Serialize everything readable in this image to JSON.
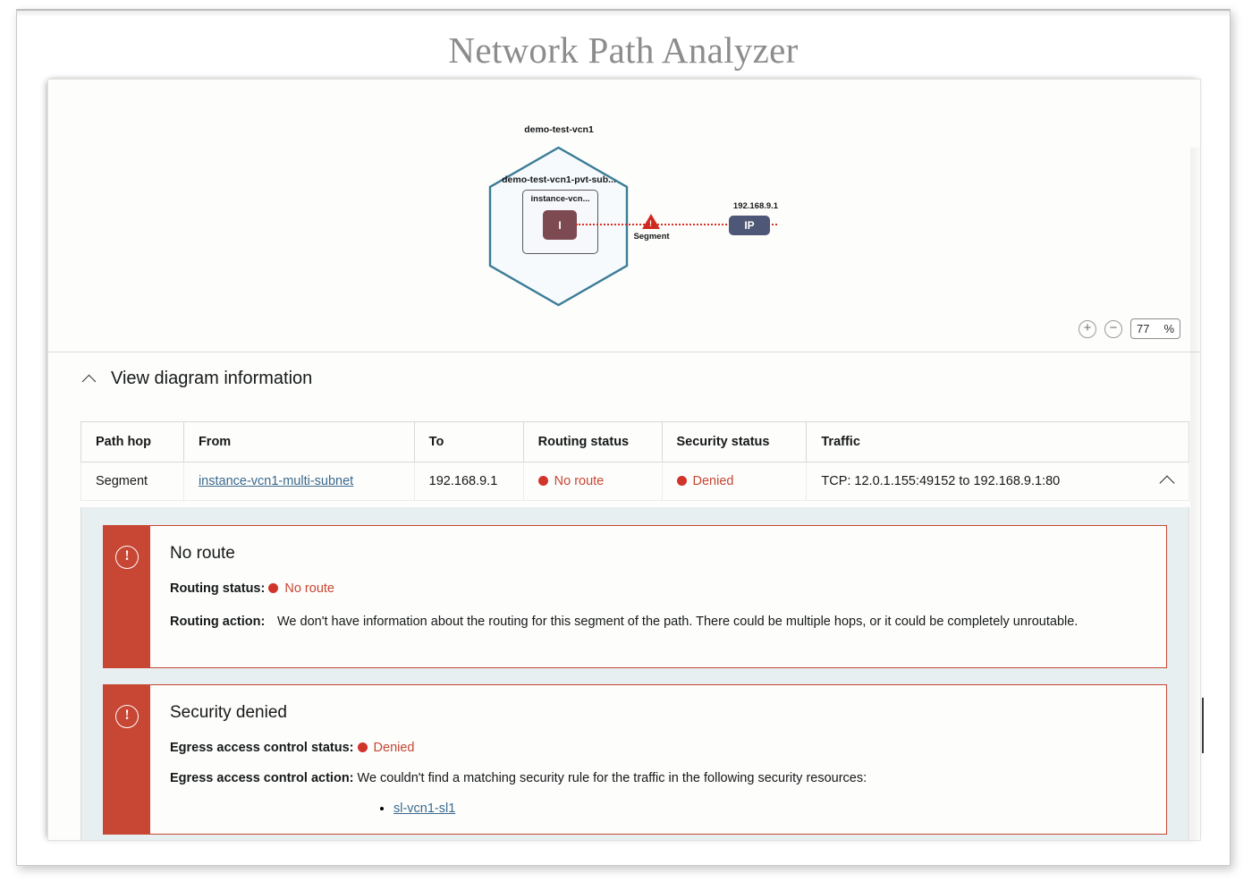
{
  "page": {
    "title": "Network Path Analyzer"
  },
  "diagram": {
    "vcn_label": "demo-test-vcn1",
    "subnet_label": "demo-test-vcn1-pvt-sub...",
    "instance_label": "instance-vcn...",
    "instance_glyph": "I",
    "segment_label": "Segment",
    "ip_address_label": "192.168.9.1",
    "ip_node_label": "IP",
    "warning_icon": "warning-triangle-icon",
    "zoom": {
      "increase_label": "+",
      "decrease_label": "−",
      "value": "77",
      "unit": "%"
    },
    "colors": {
      "vcn_border": "#3b7c96",
      "instance_fill": "#7d4a52",
      "ip_fill": "#4e5775",
      "path_line": "#d93025",
      "warning": "#cf2a1f"
    }
  },
  "disclosure": {
    "label": "View diagram information",
    "state": "expanded",
    "chevron": "chevron-up-icon"
  },
  "table": {
    "columns": [
      "Path hop",
      "From",
      "To",
      "Routing status",
      "Security status",
      "Traffic"
    ],
    "rows": [
      {
        "path_hop": "Segment",
        "from": "instance-vcn1-multi-subnet",
        "to": "192.168.9.1",
        "routing_status": "No route",
        "security_status": "Denied",
        "traffic": "TCP: 12.0.1.155:49152 to 192.168.9.1:80",
        "expanded": true
      }
    ]
  },
  "details": {
    "alerts": [
      {
        "icon": "exclamation-circle-icon",
        "title": "No route",
        "status_label": "Routing status:",
        "status_value": "No route",
        "action_key": "Routing action:",
        "action_value": "We don't have information about the routing for this segment of the path. There could be multiple hops, or it could be completely unroutable.",
        "resources": []
      },
      {
        "icon": "exclamation-circle-icon",
        "title": "Security denied",
        "status_label": "Egress access control status:",
        "status_value": "Denied",
        "action_key": "Egress access control action:",
        "action_value": "We couldn't find a matching security rule for the traffic in the following security resources:",
        "resources": [
          "sl-vcn1-sl1"
        ]
      }
    ]
  },
  "colors": {
    "alert_accent": "#c74634",
    "status_red": "#c74634",
    "link": "#3a6a8f",
    "detail_background": "#e7eff1"
  }
}
